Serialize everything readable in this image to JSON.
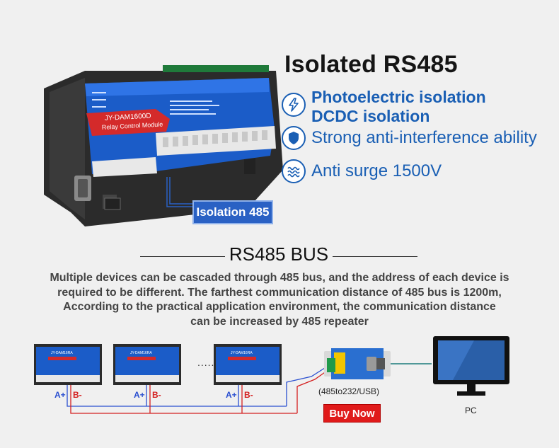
{
  "header": {
    "title": "Isolated RS485",
    "features": [
      {
        "icon": "lightning-icon",
        "line1": "Photoelectric isolation",
        "line2": "DCDC isolation"
      },
      {
        "icon": "shield-icon",
        "line1": "Strong anti-interference ability"
      },
      {
        "icon": "surge-wave-icon",
        "line1": "Anti surge 1500V"
      }
    ]
  },
  "product": {
    "model": "JY-DAM1600D",
    "subtitle": "Relay Control Module",
    "isolation_tag": "Isolation 485"
  },
  "bus_section": {
    "title": "RS485 BUS",
    "description_lines": [
      "Multiple devices can be cascaded through 485 bus, and the address of each device is",
      "required to be different. The farthest communication distance of 485 bus is 1200m,",
      "According to the practical application environment, the communication distance",
      "can be increased by 485 repeater"
    ]
  },
  "diagram": {
    "device_labels": [
      "JY-DAM16RA",
      "JY-DAM16RA",
      "JY-DAM16RA"
    ],
    "ellipsis": "......",
    "a_label": "A+",
    "b_label": "B-",
    "converter_label": "(485to232/USB)",
    "pc_label": "PC",
    "buy_button": "Buy Now"
  },
  "colors": {
    "accent_blue": "#1a5fb4",
    "tag_blue": "#2a61c4",
    "buy_red": "#e01a1a",
    "line_blue": "#2a4fd0",
    "line_red": "#d42020"
  }
}
